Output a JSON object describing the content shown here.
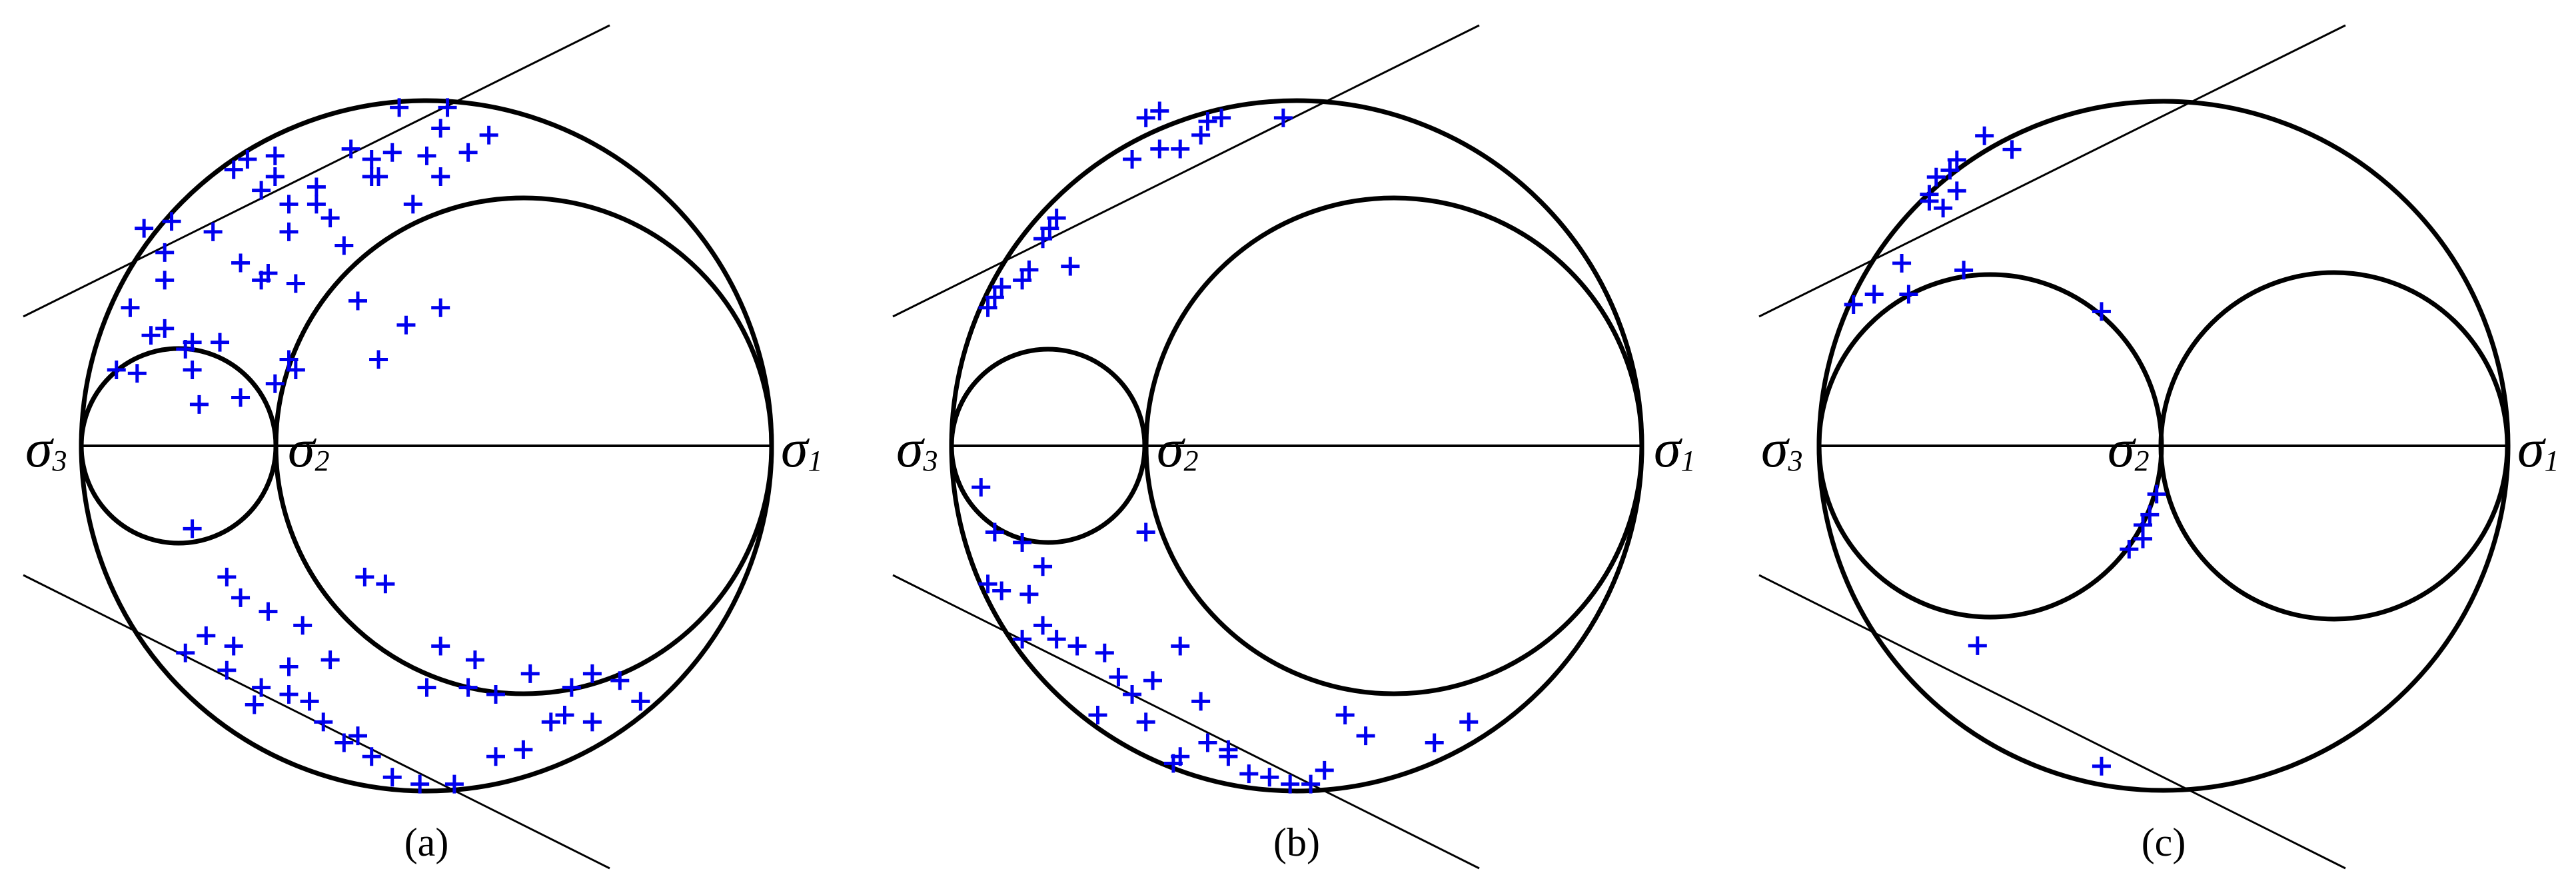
{
  "panels": [
    {
      "label": "(a)",
      "sigma_labels": {
        "s3": [
          "σ",
          "3"
        ],
        "s2": [
          "σ",
          "2"
        ],
        "s1": [
          "σ",
          "1"
        ]
      },
      "circles": {
        "s3": 0,
        "s2": 0.28,
        "s1": 1
      },
      "marker_color": "#0000ee",
      "points": [
        [
          0.46,
          0.98
        ],
        [
          0.53,
          0.98
        ],
        [
          0.52,
          0.92
        ],
        [
          0.59,
          0.9
        ],
        [
          0.39,
          0.86
        ],
        [
          0.42,
          0.83
        ],
        [
          0.45,
          0.85
        ],
        [
          0.5,
          0.84
        ],
        [
          0.56,
          0.85
        ],
        [
          0.24,
          0.83
        ],
        [
          0.28,
          0.84
        ],
        [
          0.22,
          0.8
        ],
        [
          0.26,
          0.74
        ],
        [
          0.28,
          0.78
        ],
        [
          0.3,
          0.7
        ],
        [
          0.34,
          0.75
        ],
        [
          0.43,
          0.78
        ],
        [
          0.52,
          0.78
        ],
        [
          0.3,
          0.62
        ],
        [
          0.42,
          0.78
        ],
        [
          0.34,
          0.7
        ],
        [
          0.38,
          0.58
        ],
        [
          0.09,
          0.63
        ],
        [
          0.23,
          0.53
        ],
        [
          0.26,
          0.48
        ],
        [
          0.15,
          0.28
        ],
        [
          0.16,
          0.3
        ],
        [
          0.31,
          0.22
        ],
        [
          0.3,
          0.25
        ],
        [
          0.27,
          0.5
        ],
        [
          0.31,
          0.47
        ],
        [
          0.4,
          0.42
        ],
        [
          0.52,
          0.4
        ],
        [
          0.47,
          0.35
        ],
        [
          0.43,
          0.25
        ],
        [
          0.48,
          0.7
        ],
        [
          0.36,
          0.66
        ],
        [
          0.12,
          0.34
        ],
        [
          0.1,
          0.32
        ],
        [
          0.08,
          0.21
        ],
        [
          0.17,
          0.12
        ],
        [
          0.23,
          0.14
        ],
        [
          0.28,
          0.18
        ],
        [
          0.2,
          0.3
        ],
        [
          0.16,
          0.22
        ],
        [
          0.12,
          0.48
        ],
        [
          0.07,
          0.4
        ],
        [
          0.12,
          0.56
        ],
        [
          0.19,
          0.62
        ],
        [
          0.13,
          0.65
        ],
        [
          0.05,
          0.22
        ],
        [
          0.16,
          -0.24
        ],
        [
          0.21,
          -0.38
        ],
        [
          0.23,
          -0.44
        ],
        [
          0.27,
          -0.48
        ],
        [
          0.32,
          -0.52
        ],
        [
          0.18,
          -0.55
        ],
        [
          0.15,
          -0.6
        ],
        [
          0.21,
          -0.65
        ],
        [
          0.26,
          -0.7
        ],
        [
          0.3,
          -0.72
        ],
        [
          0.33,
          -0.74
        ],
        [
          0.35,
          -0.8
        ],
        [
          0.38,
          -0.86
        ],
        [
          0.42,
          -0.9
        ],
        [
          0.45,
          -0.96
        ],
        [
          0.49,
          -0.98
        ],
        [
          0.54,
          -0.98
        ],
        [
          0.6,
          -0.9
        ],
        [
          0.64,
          -0.88
        ],
        [
          0.68,
          -0.8
        ],
        [
          0.71,
          -0.7
        ],
        [
          0.74,
          -0.66
        ],
        [
          0.78,
          -0.68
        ],
        [
          0.81,
          -0.74
        ],
        [
          0.7,
          -0.78
        ],
        [
          0.65,
          -0.66
        ],
        [
          0.57,
          -0.62
        ],
        [
          0.52,
          -0.58
        ],
        [
          0.44,
          -0.4
        ],
        [
          0.41,
          -0.38
        ],
        [
          0.22,
          -0.58
        ],
        [
          0.25,
          -0.75
        ],
        [
          0.3,
          -0.64
        ],
        [
          0.36,
          -0.62
        ],
        [
          0.4,
          -0.84
        ],
        [
          0.56,
          -0.7
        ],
        [
          0.6,
          -0.72
        ],
        [
          0.74,
          -0.8
        ],
        [
          0.5,
          -0.7
        ]
      ]
    },
    {
      "label": "(b)",
      "sigma_labels": {
        "s3": [
          "σ",
          "3"
        ],
        "s2": [
          "σ",
          "2"
        ],
        "s1": [
          "σ",
          "1"
        ]
      },
      "circles": {
        "s3": 0,
        "s2": 0.28,
        "s1": 1
      },
      "marker_color": "#0000ee",
      "points": [
        [
          0.28,
          0.95
        ],
        [
          0.3,
          0.97
        ],
        [
          0.37,
          0.94
        ],
        [
          0.39,
          0.95
        ],
        [
          0.48,
          0.95
        ],
        [
          0.36,
          0.9
        ],
        [
          0.33,
          0.86
        ],
        [
          0.3,
          0.86
        ],
        [
          0.26,
          0.83
        ],
        [
          0.15,
          0.66
        ],
        [
          0.14,
          0.63
        ],
        [
          0.13,
          0.6
        ],
        [
          0.11,
          0.51
        ],
        [
          0.1,
          0.48
        ],
        [
          0.07,
          0.46
        ],
        [
          0.06,
          0.43
        ],
        [
          0.05,
          0.4
        ],
        [
          0.17,
          0.52
        ],
        [
          0.04,
          -0.12
        ],
        [
          0.06,
          -0.25
        ],
        [
          0.1,
          -0.28
        ],
        [
          0.05,
          -0.4
        ],
        [
          0.07,
          -0.42
        ],
        [
          0.11,
          -0.43
        ],
        [
          0.13,
          -0.52
        ],
        [
          0.1,
          -0.56
        ],
        [
          0.15,
          -0.56
        ],
        [
          0.18,
          -0.58
        ],
        [
          0.22,
          -0.6
        ],
        [
          0.24,
          -0.67
        ],
        [
          0.26,
          -0.72
        ],
        [
          0.21,
          -0.78
        ],
        [
          0.28,
          -0.8
        ],
        [
          0.32,
          -0.92
        ],
        [
          0.33,
          -0.9
        ],
        [
          0.37,
          -0.86
        ],
        [
          0.4,
          -0.88
        ],
        [
          0.43,
          -0.95
        ],
        [
          0.46,
          -0.96
        ],
        [
          0.49,
          -0.98
        ],
        [
          0.52,
          -0.98
        ],
        [
          0.54,
          -0.94
        ],
        [
          0.57,
          -0.78
        ],
        [
          0.6,
          -0.84
        ],
        [
          0.7,
          -0.86
        ],
        [
          0.75,
          -0.8
        ],
        [
          0.29,
          -0.68
        ],
        [
          0.33,
          -0.58
        ],
        [
          0.36,
          -0.74
        ],
        [
          0.4,
          -0.9
        ],
        [
          0.13,
          -0.35
        ],
        [
          0.28,
          -0.25
        ]
      ]
    },
    {
      "label": "(c)",
      "sigma_labels": {
        "s3": [
          "σ",
          "3"
        ],
        "s2": [
          "σ",
          "2"
        ],
        "s1": [
          "σ",
          "1"
        ]
      },
      "circles": {
        "s3": 0,
        "s2": 0.49,
        "s1": 1
      },
      "marker_color": "#0000ee",
      "points": [
        [
          0.24,
          0.9
        ],
        [
          0.28,
          0.86
        ],
        [
          0.17,
          0.78
        ],
        [
          0.19,
          0.8
        ],
        [
          0.2,
          0.83
        ],
        [
          0.16,
          0.73
        ],
        [
          0.16,
          0.71
        ],
        [
          0.2,
          0.74
        ],
        [
          0.18,
          0.69
        ],
        [
          0.12,
          0.53
        ],
        [
          0.08,
          0.44
        ],
        [
          0.05,
          0.41
        ],
        [
          0.13,
          0.44
        ],
        [
          0.21,
          0.51
        ],
        [
          0.41,
          0.39
        ],
        [
          0.49,
          -0.14
        ],
        [
          0.48,
          -0.2
        ],
        [
          0.47,
          -0.23
        ],
        [
          0.47,
          -0.27
        ],
        [
          0.45,
          -0.3
        ],
        [
          0.23,
          -0.58
        ],
        [
          0.41,
          -0.93
        ]
      ]
    }
  ]
}
